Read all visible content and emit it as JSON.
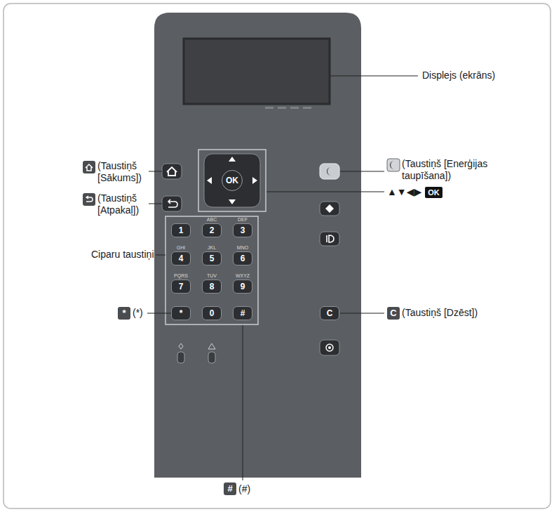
{
  "diagram": {
    "nodes": [
      {
        "text": [
          "OK"
        ]
      },
      {
        "text": [
          "1"
        ]
      },
      {
        "text": [
          "ABC",
          "2"
        ]
      },
      {
        "text": [
          "DEF",
          "3"
        ]
      },
      {
        "text": [
          "GHI",
          "4"
        ]
      },
      {
        "text": [
          "JKL",
          "5"
        ]
      },
      {
        "text": [
          "MNO",
          "6"
        ]
      },
      {
        "text": [
          "PQRS",
          "7"
        ]
      },
      {
        "text": [
          "TUV",
          "8"
        ]
      },
      {
        "text": [
          "WXYZ",
          "9"
        ]
      },
      {
        "text": [
          "*"
        ]
      },
      {
        "text": [
          "0"
        ]
      },
      {
        "text": [
          "#"
        ]
      },
      {
        "text": [
          "C"
        ]
      }
    ],
    "labels": [
      "Displejs (ekrāns)",
      "(Taustiņš [Sākums])",
      "(Taustiņš [Enerģijas taupīšana])",
      "▲▼◀▶",
      "OK",
      "(Taustiņš [Atpakaļ])",
      "Ciparu taustiņi",
      "*",
      "(*)",
      "C",
      "(Taustiņš [Dzēst])",
      "#",
      "(#)"
    ]
  }
}
